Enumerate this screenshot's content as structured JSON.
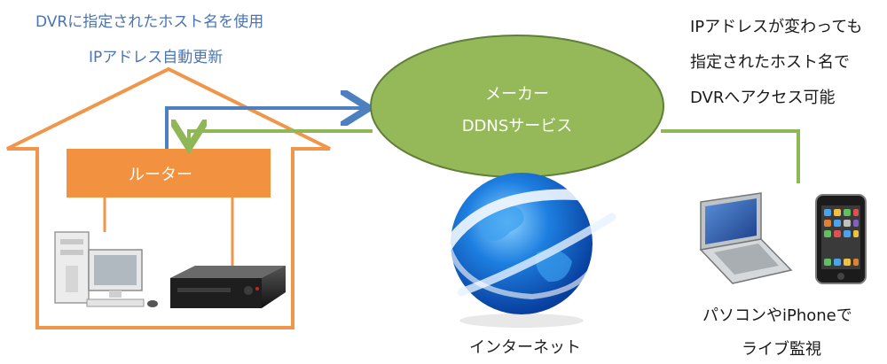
{
  "captions": {
    "dvr_hostname": "DVRに指定されたホスト名を使用",
    "ip_auto_update": "IPアドレス自動更新",
    "ip_change_line1": "IPアドレスが変わっても",
    "ip_change_line2": "指定されたホスト名で",
    "ip_change_line3": "DVRへアクセス可能"
  },
  "router": {
    "label": "ルーター"
  },
  "ddns": {
    "line1": "メーカー",
    "line2": "DDNSサービス"
  },
  "internet": {
    "label": "インターネット"
  },
  "devices": {
    "line1": "パソコンやiPhoneで",
    "line2": "ライブ監視"
  },
  "colors": {
    "house": "#f0964a",
    "router_fill": "#f2913f",
    "blue_arrow": "#4e7fbf",
    "green_line": "#8fb657",
    "cloud_fill": "#95b859",
    "cloud_stroke": "#5f7f3a"
  },
  "icons": [
    "pc-tower-icon",
    "monitor-icon",
    "dvr-recorder-icon",
    "globe-icon",
    "laptop-icon",
    "iphone-icon"
  ]
}
